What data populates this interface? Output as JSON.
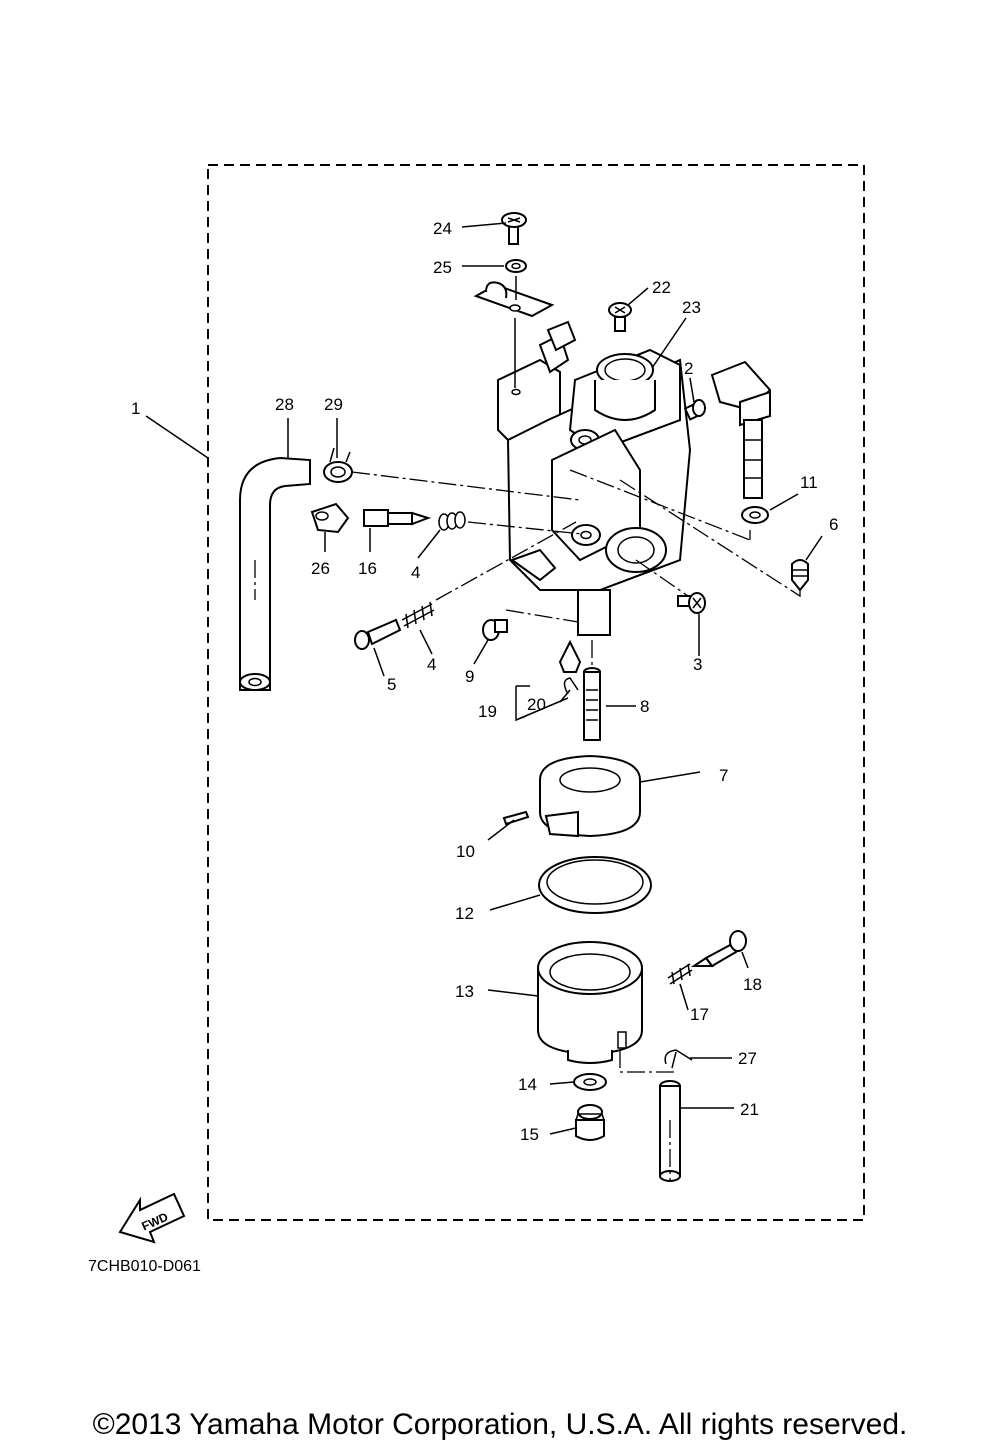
{
  "diagram": {
    "code": "7CHB010-D061",
    "fwd_label": "FWD",
    "copyright": "©2013 Yamaha Motor Corporation, U.S.A. All rights reserved.",
    "callouts": [
      "1",
      "2",
      "3",
      "4",
      "4",
      "5",
      "6",
      "7",
      "8",
      "9",
      "10",
      "11",
      "12",
      "13",
      "14",
      "15",
      "16",
      "17",
      "18",
      "19",
      "20",
      "21",
      "22",
      "23",
      "24",
      "25",
      "26",
      "27",
      "28",
      "29"
    ]
  }
}
